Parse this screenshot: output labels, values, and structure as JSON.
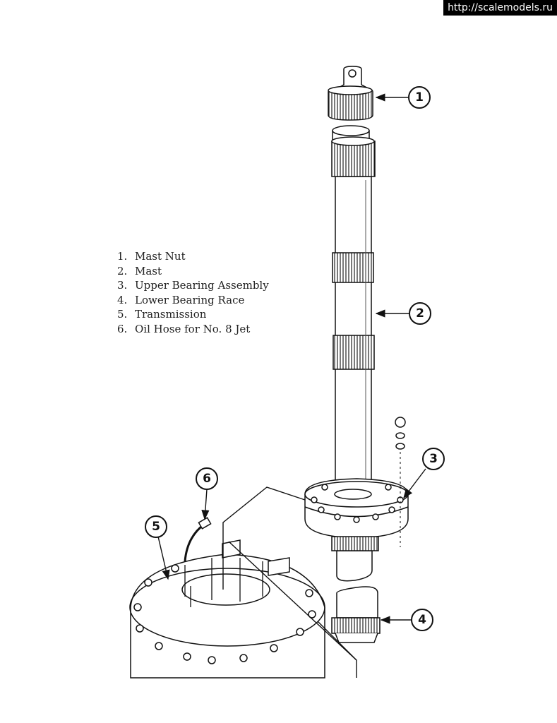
{
  "watermark": "http://scalemodels.ru",
  "legend": [
    {
      "num": "1.",
      "label": "Mast Nut"
    },
    {
      "num": "2.",
      "label": "Mast"
    },
    {
      "num": "3.",
      "label": "Upper Bearing Assembly"
    },
    {
      "num": "4.",
      "label": "Lower Bearing Race"
    },
    {
      "num": "5.",
      "label": "Transmission"
    },
    {
      "num": "6.",
      "label": "Oil Hose for No. 8 Jet"
    }
  ],
  "callouts": [
    "1",
    "2",
    "3",
    "4",
    "5",
    "6"
  ]
}
